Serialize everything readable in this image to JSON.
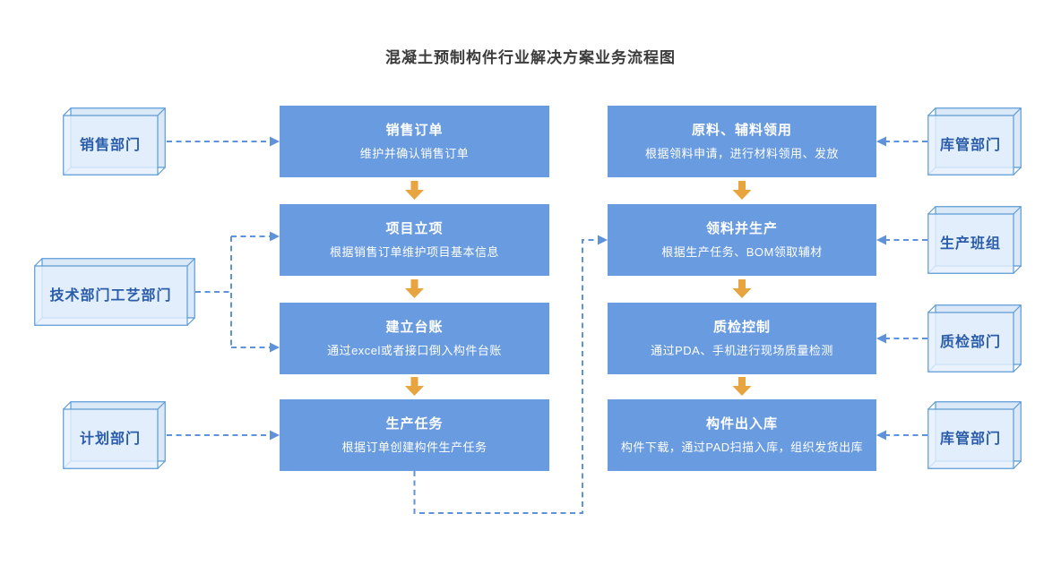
{
  "title": "混凝土预制构件行业解决方案业务流程图",
  "colors": {
    "background": "#ffffff",
    "title_text": "#3c3c3c",
    "process_fill": "#699be1",
    "process_text": "#ffffff",
    "dept_fill": "#dbe8f8",
    "dept_border": "#5b9bd5",
    "dept_text": "#2a5caa",
    "connector": "#5e92db",
    "arrow_orange": "#e7a43f"
  },
  "departments": {
    "left": [
      {
        "label": "销售部门"
      },
      {
        "label": "技术部门工艺部门"
      },
      {
        "label": "计划部门"
      }
    ],
    "right": [
      {
        "label": "库管部门"
      },
      {
        "label": "生产班组"
      },
      {
        "label": "质检部门"
      },
      {
        "label": "库管部门"
      }
    ]
  },
  "process": {
    "left_column": [
      {
        "title": "销售订单",
        "desc": "维护并确认销售订单"
      },
      {
        "title": "项目立项",
        "desc": "根据销售订单维护项目基本信息"
      },
      {
        "title": "建立台账",
        "desc": "通过excel或者接口倒入构件台账"
      },
      {
        "title": "生产任务",
        "desc": "根据订单创建构件生产任务"
      }
    ],
    "right_column": [
      {
        "title": "原料、辅料领用",
        "desc": "根据领料申请，进行材料领用、发放"
      },
      {
        "title": "领料并生产",
        "desc": "根据生产任务、BOM领取辅材"
      },
      {
        "title": "质检控制",
        "desc": "通过PDA、手机进行现场质量检测"
      },
      {
        "title": "构件出入库",
        "desc": "构件下载，通过PAD扫描入库，组织发货出库"
      }
    ]
  }
}
